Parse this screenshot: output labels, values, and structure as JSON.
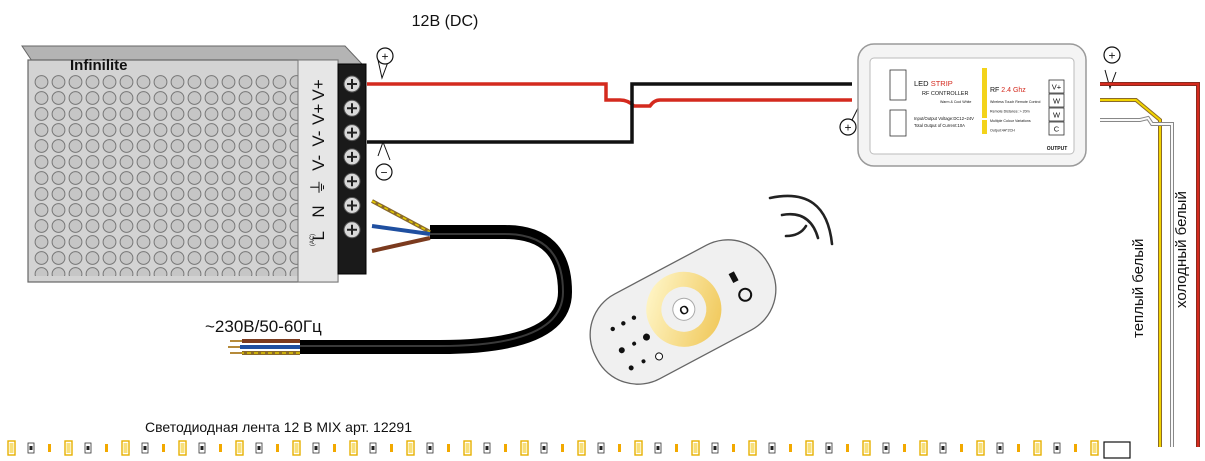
{
  "voltage_label": "12В (DC)",
  "ac_label": "~230В/50-60Гц",
  "strip_label": "Светодиодная лента 12 В MIX арт. 12291",
  "psu": {
    "brand": "Infinilite",
    "terminals": [
      "V+",
      "V+",
      "V-",
      "V-",
      "⏚",
      "N",
      "L"
    ],
    "ac_sub": "(AC)"
  },
  "controller": {
    "title_a": "LED",
    "title_b": "STRIP",
    "subtitle": "RF CONTROLLER",
    "sub2": "Warm & Cool White",
    "rf_a": "RF",
    "rf_b": "2.4 Ghz",
    "features": [
      "Wireless Touch Remote Control",
      "Remote Distance: > 20m",
      "Multiple Colour Variations",
      "Output:4A*2CH"
    ],
    "specs": [
      "Input/Output Voltage:DC12~24V",
      "Total Output of Current:10A"
    ],
    "outputs": [
      "V+",
      "W",
      "W",
      "C"
    ],
    "output_label": "OUTPUT"
  },
  "wires": {
    "warm": "теплый белый",
    "cool": "холодный белый"
  },
  "polarity": {
    "plus": "+",
    "minus": "−"
  },
  "colors": {
    "red": "#d42a1e",
    "black": "#111111",
    "yellow": "#f2c400",
    "orange": "#e77d1b",
    "gray": "#c9c9c9"
  }
}
